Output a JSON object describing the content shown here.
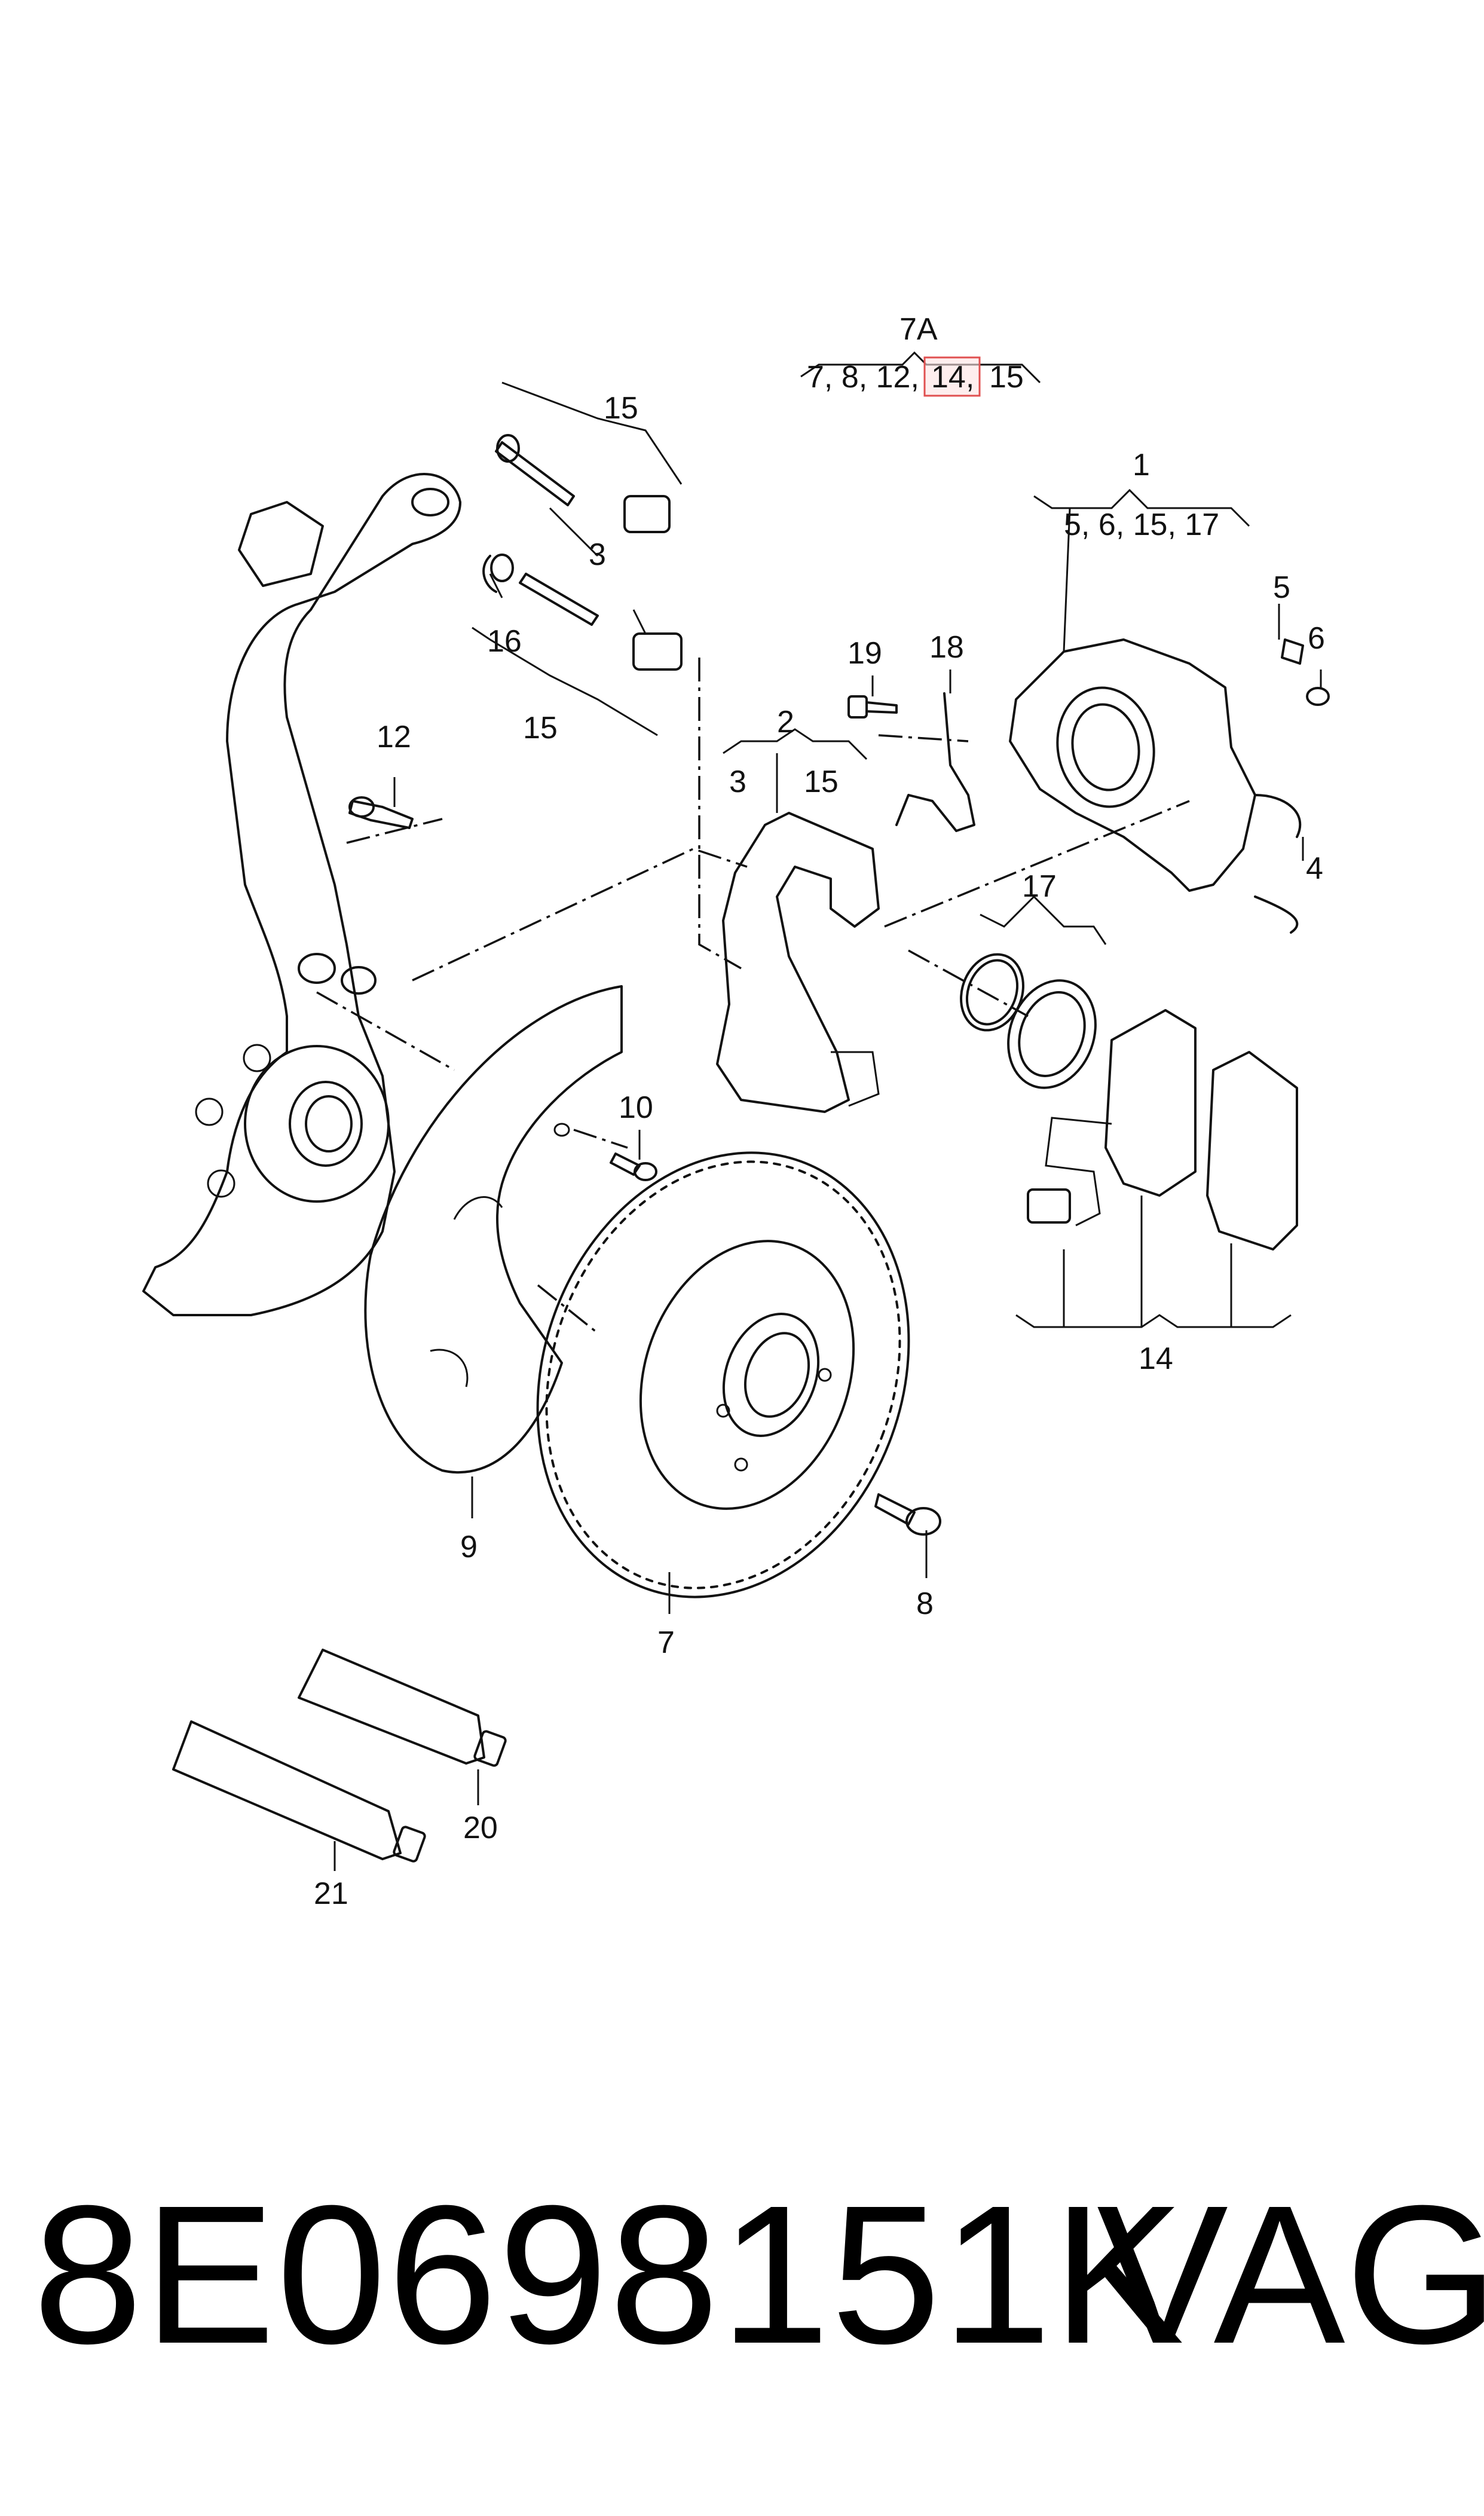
{
  "labels": {
    "l1": "1",
    "l1_sub": "5, 6, 15, 17",
    "l2": "2",
    "l2_a": "3",
    "l2_b": "15",
    "l3": "3",
    "l4": "4",
    "l5": "5",
    "l6": "6",
    "l7": "7",
    "l7A": "7A",
    "l7A_a": "7, 8, 12,",
    "l7A_b": "14,",
    "l7A_c": "15",
    "l8": "8",
    "l9": "9",
    "l10": "10",
    "l12": "12",
    "l14": "14",
    "l15a": "15",
    "l15b": "15",
    "l16": "16",
    "l17": "17",
    "l18": "18",
    "l19": "19",
    "l20": "20",
    "l21": "21"
  },
  "footer": {
    "part_number": "8E0698151K",
    "brand": "VAG"
  },
  "colors": {
    "highlight": "#e05050"
  }
}
